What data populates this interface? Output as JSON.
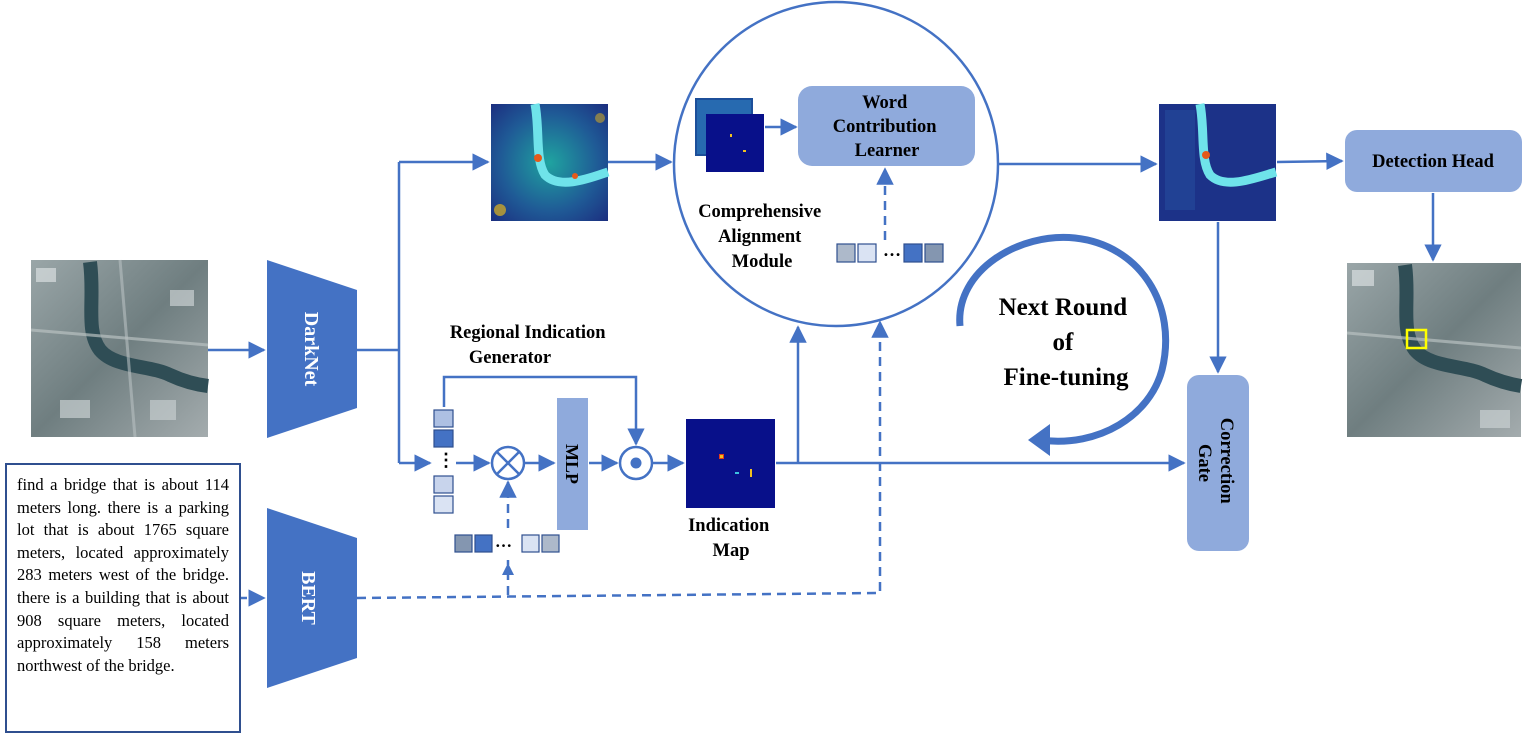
{
  "backbones": {
    "darknet": "DarkNet",
    "bert": "BERT"
  },
  "modules": {
    "word_contribution": "Word Contribution Learner",
    "detection_head": "Detection Head",
    "correction_gate": "Correction Gate",
    "mlp": "MLP",
    "alignment": "Comprehensive Alignment Module",
    "regional_indication": "Regional Indication Generator",
    "indication_map": "Indication Map",
    "next_round": "Next Round of Fine-tuning"
  },
  "query_text": "find a bridge that is about 114 meters long. there is a parking lot that is about 1765 square meters, located approximately 283 meters west of the bridge. there is a building that is about 908 square meters, located approximately 158 meters northwest of the bridge.",
  "colors": {
    "accent": "#4472c4",
    "module_fill": "#8faadc",
    "backbone_fill": "#4472c4",
    "border": "#2f4f8f",
    "highlight_box": "#ffff00"
  },
  "icons": [
    "multiply-icon",
    "dot-product-icon",
    "ellipsis-icon",
    "loop-arrow-icon"
  ]
}
